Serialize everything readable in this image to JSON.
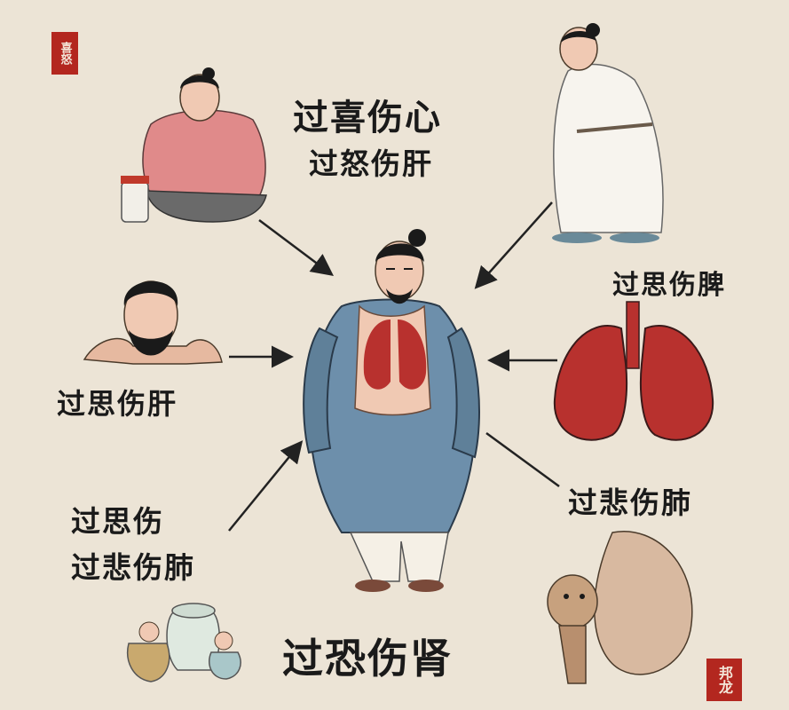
{
  "labels": {
    "top_center_1": "过喜伤心",
    "top_center_2": "过怒伤肝",
    "right_upper": "过思伤脾",
    "left_middle": "过思伤肝",
    "right_lower": "过悲伤肺",
    "left_lower_1": "过思伤",
    "left_lower_2": "过悲伤肺",
    "bottom_center": "过恐伤肾"
  },
  "seals": {
    "top_left": "喜怒",
    "bottom_right": "邦龙"
  },
  "colors": {
    "background": "#ece4d6",
    "robe_blue": "#6d8fab",
    "lung_red": "#b8312e",
    "pink_shirt": "#e08a8a",
    "seal_red": "#b3271f"
  }
}
